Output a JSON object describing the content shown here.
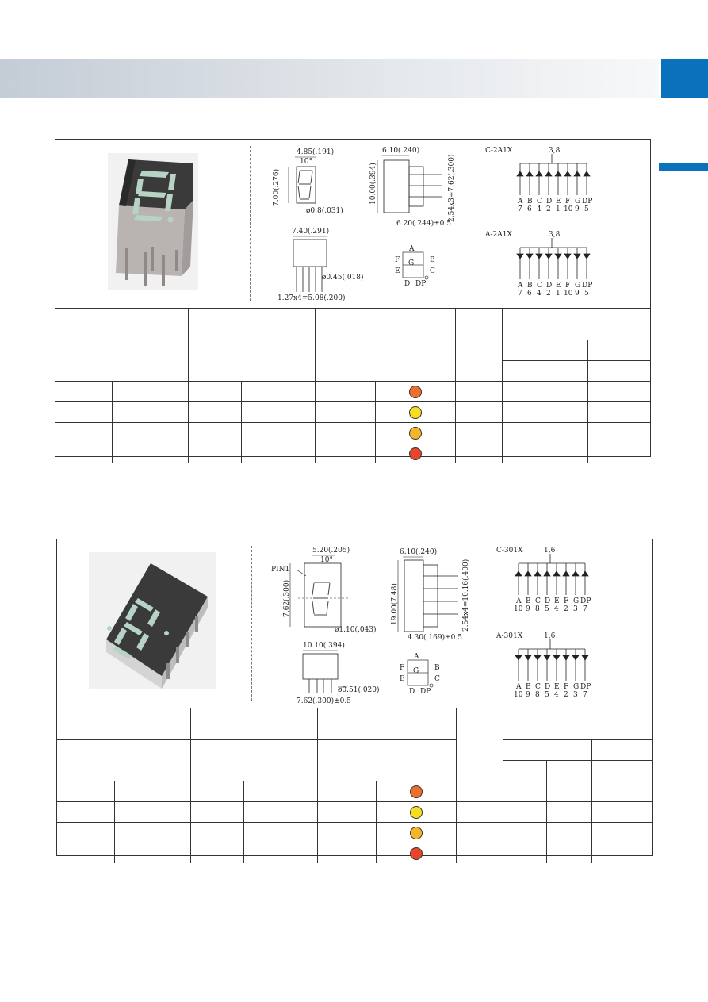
{
  "colors": {
    "brand_blue": "#0a72bd",
    "header_gradient_start": "#c4ccd6",
    "header_gradient_end": "#f7f8f9"
  },
  "section1": {
    "photo_icon": "seven-segment-display-photo",
    "dims": {
      "d_485": "4.85(.191)",
      "d_10deg": "10°",
      "d_700": "7.00(.276)",
      "d_08": "ø0.8(.031)",
      "d_610": "6.10(.240)",
      "d_1000": "10.00(.394)",
      "d_254": "2.54x3=7.62(.300)",
      "d_620": "6.20(.244)±0.5",
      "d_740": "7.40(.291)",
      "d_045": "ø0.45(.018)",
      "d_127": "1.27x4=5.08(.200)"
    },
    "segments": {
      "a": "A",
      "b": "B",
      "c": "C",
      "d": "D",
      "e": "E",
      "f": "F",
      "g": "G",
      "dp": "DP"
    },
    "circuits": [
      {
        "title": "C-2A1X",
        "common": "3,8",
        "pins": [
          "A",
          "B",
          "C",
          "D",
          "E",
          "F",
          "G",
          "DP"
        ],
        "numbers": [
          "7",
          "6",
          "4",
          "2",
          "1",
          "10",
          "9",
          "5"
        ]
      },
      {
        "title": "A-2A1X",
        "common": "3,8",
        "pins": [
          "A",
          "B",
          "C",
          "D",
          "E",
          "F",
          "G",
          "DP"
        ],
        "numbers": [
          "7",
          "6",
          "4",
          "2",
          "1",
          "10",
          "9",
          "5"
        ]
      }
    ],
    "led_colors": [
      "#ee6f2d",
      "#f6dd1f",
      "#f4b52a",
      "#e8452a"
    ]
  },
  "section2": {
    "photo_icon": "seven-segment-display-photo",
    "dims": {
      "d_520": "5.20(.205)",
      "d_10deg": "10°",
      "pin1": "PIN1",
      "d_762v": "7.62(.300)",
      "d_110": "ø1.10(.043)",
      "d_610": "6.10(.240)",
      "d_1900": "19.00(7.48)",
      "d_254": "2.54x4=10.16(.400)",
      "d_430": "4.30(.169)±0.5",
      "d_1010": "10.10(.394)",
      "d_051": "ø0.51(.020)",
      "d_762h": "7.62(.300)±0.5"
    },
    "segments": {
      "a": "A",
      "b": "B",
      "c": "C",
      "d": "D",
      "e": "E",
      "f": "F",
      "g": "G",
      "dp": "DP"
    },
    "circuits": [
      {
        "title": "C-301X",
        "common": "1,6",
        "pins": [
          "A",
          "B",
          "C",
          "D",
          "E",
          "F",
          "G",
          "DP"
        ],
        "numbers": [
          "10",
          "9",
          "8",
          "5",
          "4",
          "2",
          "3",
          "7"
        ]
      },
      {
        "title": "A-301X",
        "common": "1,6",
        "pins": [
          "A",
          "B",
          "C",
          "D",
          "E",
          "F",
          "G",
          "DP"
        ],
        "numbers": [
          "10",
          "9",
          "8",
          "5",
          "4",
          "2",
          "3",
          "7"
        ]
      }
    ],
    "led_colors": [
      "#ee6f2d",
      "#f6dd1f",
      "#f4b52a",
      "#e8452a"
    ]
  }
}
